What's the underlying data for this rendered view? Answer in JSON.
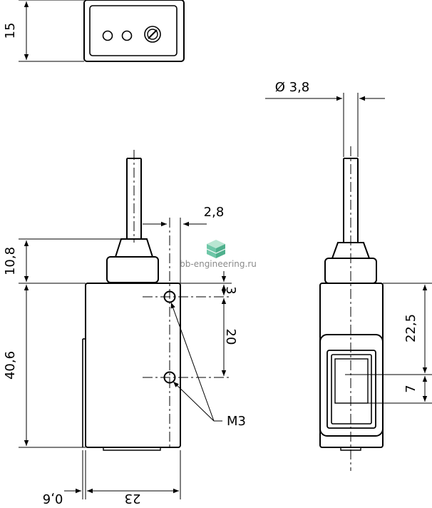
{
  "drawing": {
    "dimensions": {
      "top_height": "15",
      "cable_diameter": "Ø 3,8",
      "hole_offset": "2,8",
      "cable_gland_height": "10,8",
      "body_height": "40,6",
      "hole_top": "3",
      "hole_spacing": "20",
      "thread": "M3",
      "body_width": "23",
      "flange": "0,6",
      "window_offset": "22,5",
      "window_height": "7"
    },
    "watermark": "bb-engineering.ru",
    "colors": {
      "line": "#000000",
      "watermark_logo": "#6fc7a8"
    }
  }
}
